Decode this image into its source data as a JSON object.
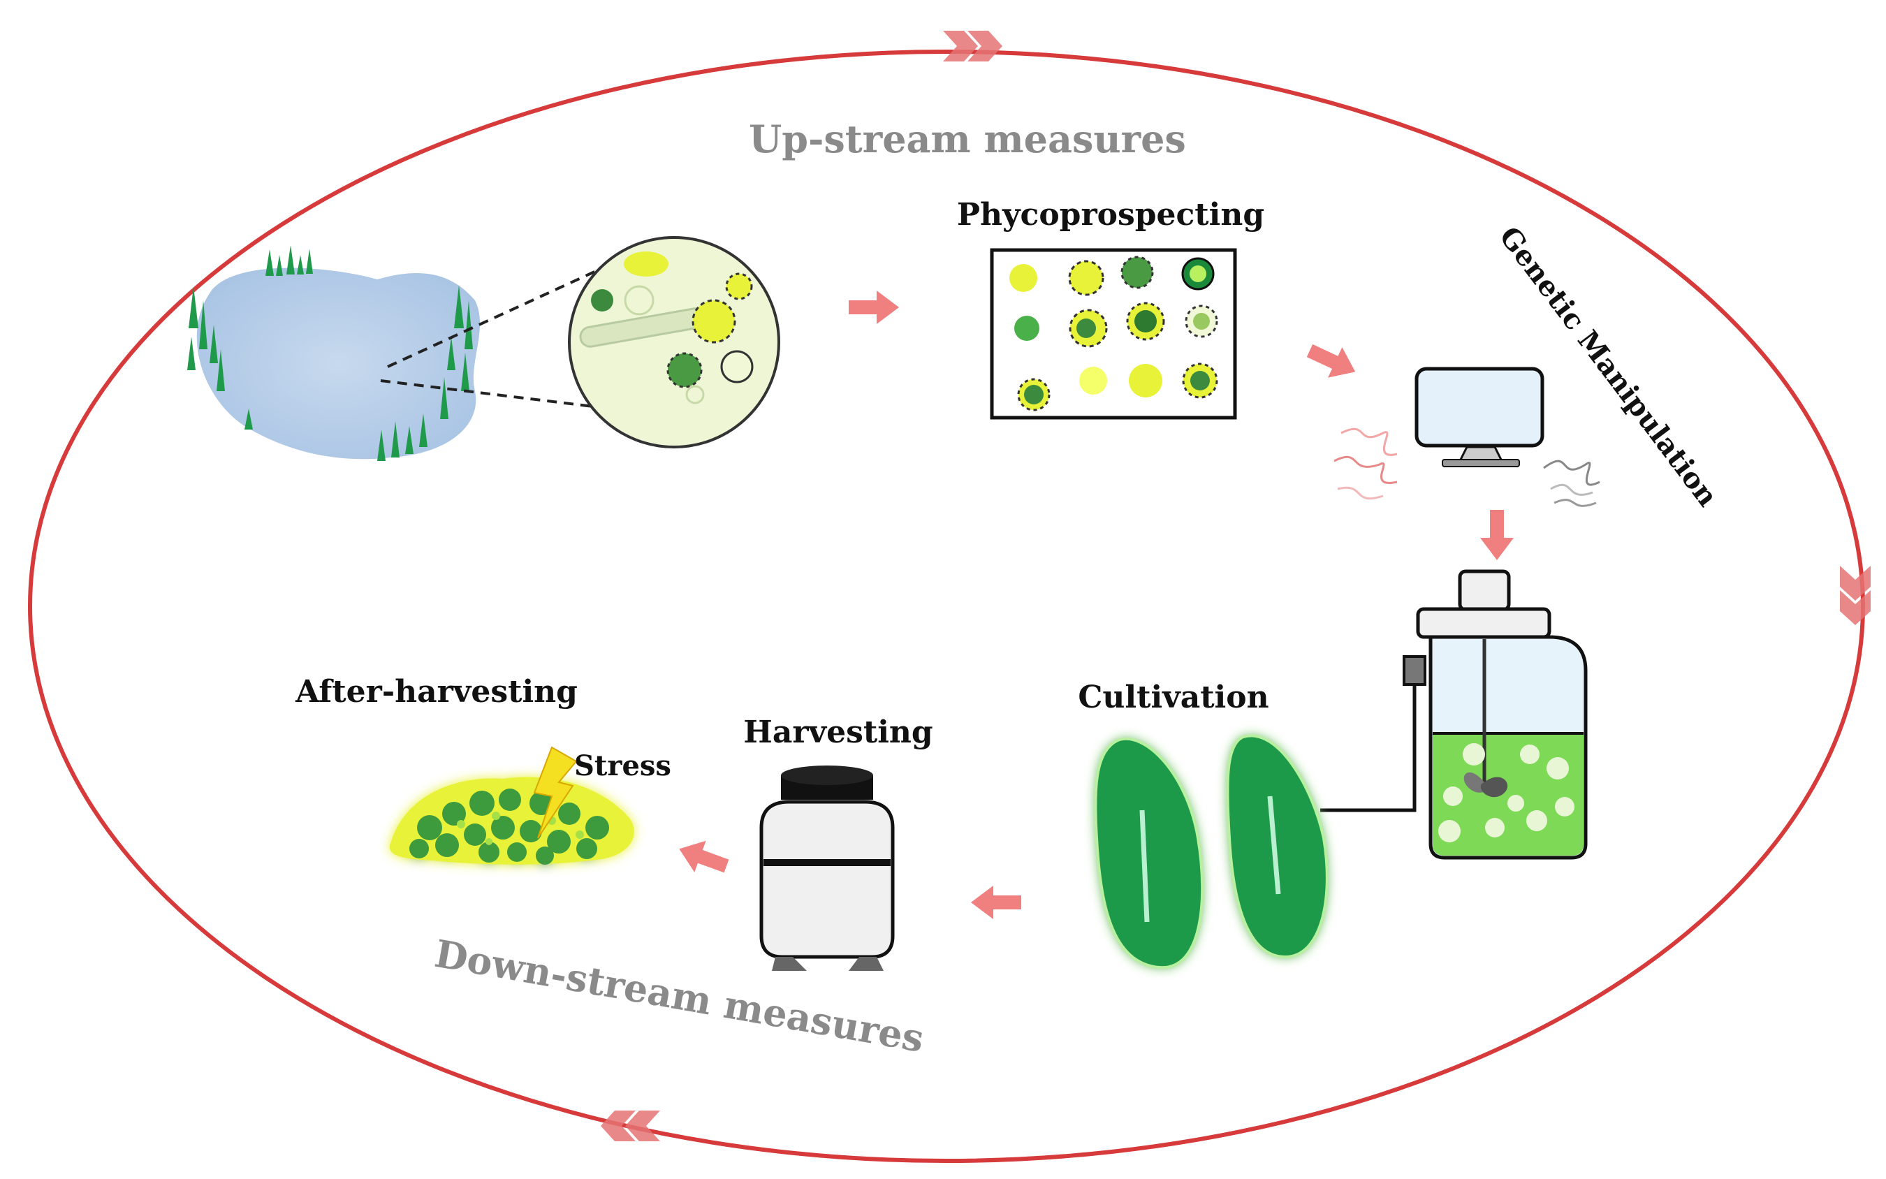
{
  "labels": {
    "upstream": "Up-stream measures",
    "downstream": "Down-stream measures",
    "phycoprospecting": "Phycoprospecting",
    "genetic_manipulation": "Genetic Manipulation",
    "cultivation": "Cultivation",
    "harvesting": "Harvesting",
    "after_harvesting": "After-harvesting",
    "stress": "Stress"
  },
  "colors": {
    "cycle_line": "#d63a3a",
    "arrow": "#f08080",
    "chevron": "#e57373",
    "algae_green": "#2eae4e",
    "algae_yellow": "#e8f238",
    "pond_blue": "#b8cfe8"
  },
  "stages": [
    "phycoprospecting",
    "genetic-manipulation",
    "photobioreactor",
    "cultivation",
    "harvesting",
    "after-harvesting"
  ]
}
